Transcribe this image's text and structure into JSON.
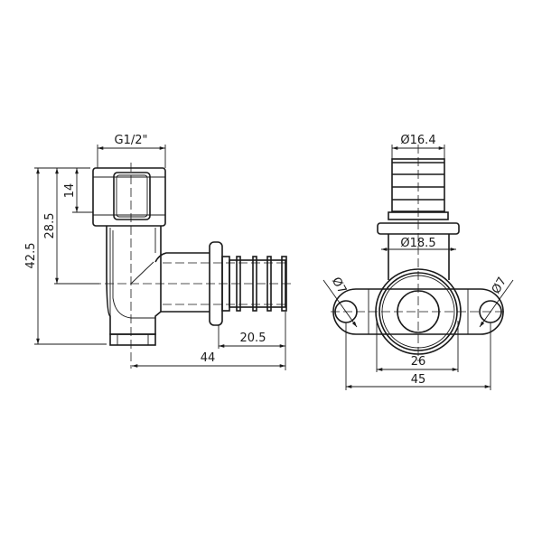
{
  "side_view": {
    "thread_label": "G1/2\"",
    "dim_nut_height": "14",
    "dim_axis_height": "28.5",
    "dim_total_height": "42.5",
    "dim_barb_length": "20.5",
    "dim_total_length": "44"
  },
  "front_view": {
    "dim_barb_diameter": "Ø16.4",
    "dim_body_diameter": "Ø18.5",
    "dim_hole_left": "Ø7",
    "dim_hole_right": "Ø7",
    "dim_body_width": "26",
    "dim_hole_spacing": "45"
  }
}
